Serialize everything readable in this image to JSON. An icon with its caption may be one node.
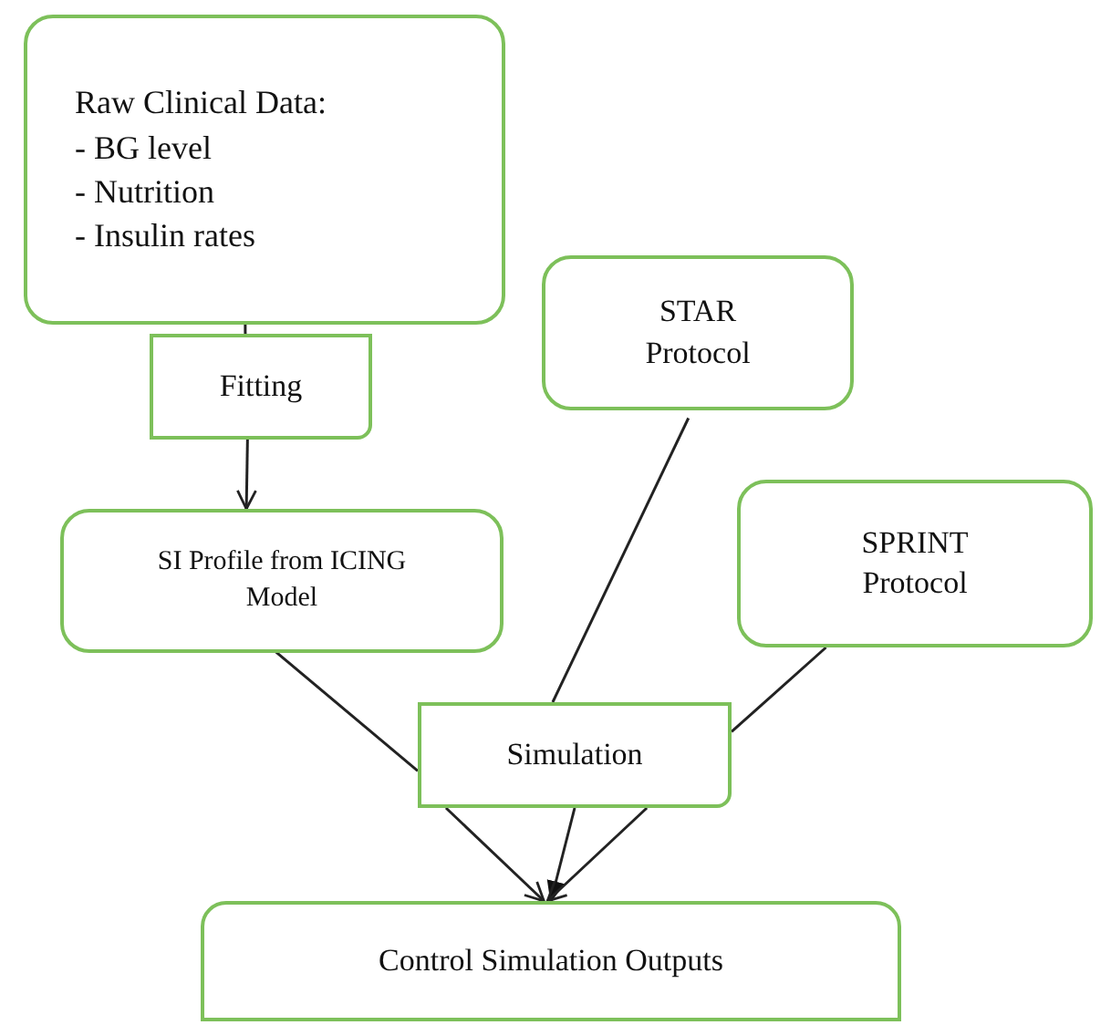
{
  "diagram": {
    "nodes": [
      {
        "text": [
          "Raw Clinical Data:",
          "- BG level",
          "- Nutrition",
          "- Insulin rates"
        ]
      },
      {
        "text": [
          "Fitting"
        ]
      },
      {
        "text": [
          "SI Profile from ICING Model"
        ]
      },
      {
        "text": [
          "STAR Protocol"
        ]
      },
      {
        "text": [
          "SPRINT Protocol"
        ]
      },
      {
        "text": [
          "Simulation"
        ]
      },
      {
        "text": [
          "Control Simulation Outputs"
        ]
      }
    ],
    "edges": [
      {
        "from": 0,
        "to": 1,
        "arrow": "none"
      },
      {
        "from": 1,
        "to": 2,
        "arrow": "to"
      },
      {
        "from": 2,
        "to": 5,
        "arrow": "none"
      },
      {
        "from": 3,
        "to": 5,
        "arrow": "none"
      },
      {
        "from": 4,
        "to": 5,
        "arrow": "none"
      },
      {
        "from": 5,
        "to": 6,
        "arrow": "to"
      },
      {
        "from": 5,
        "to": 6,
        "arrow": "to"
      },
      {
        "from": 5,
        "to": 6,
        "arrow": "to"
      }
    ]
  }
}
